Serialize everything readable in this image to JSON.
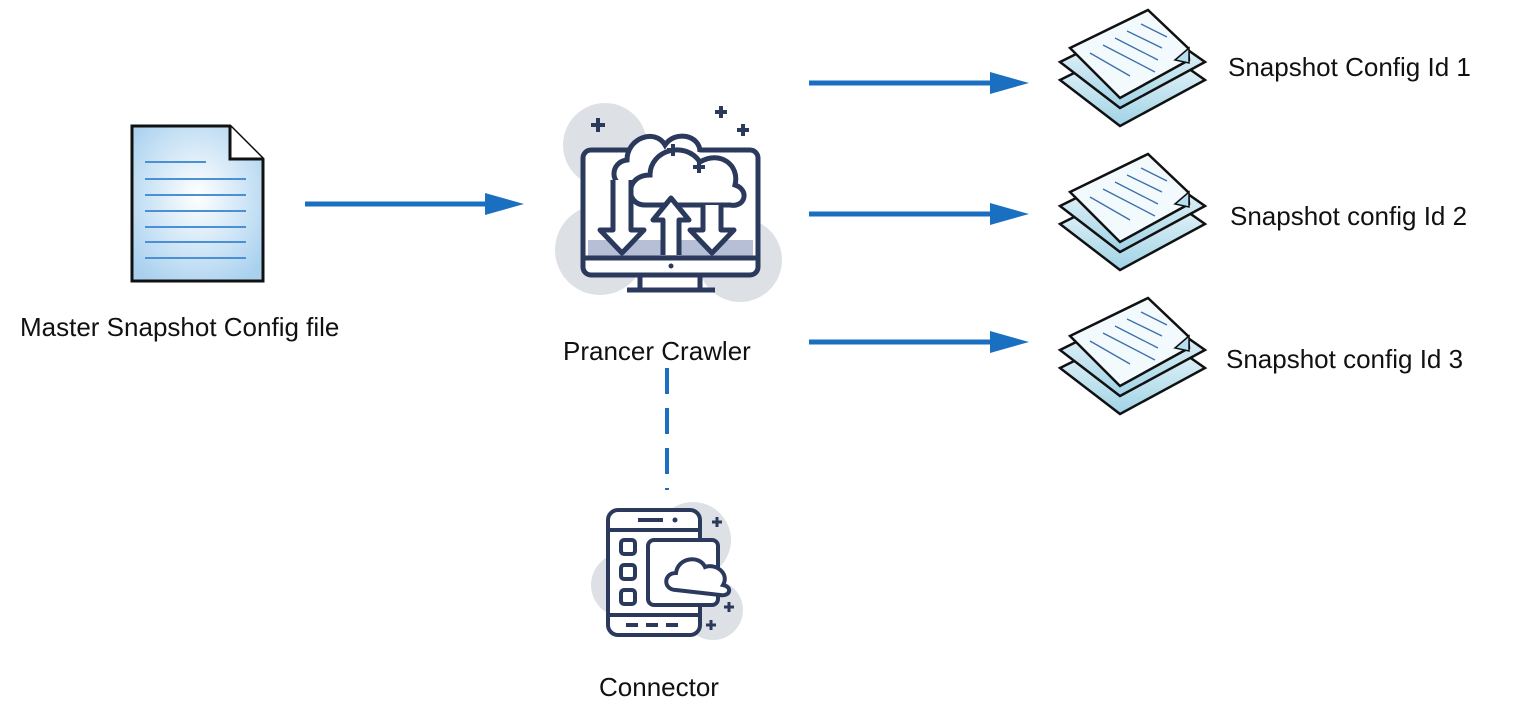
{
  "diagram": {
    "nodes": {
      "master": {
        "label": "Master Snapshot Config file",
        "icon": "document-icon"
      },
      "crawler": {
        "label": "Prancer Crawler",
        "icon": "cloud-monitor-icon"
      },
      "connector": {
        "label": "Connector",
        "icon": "mobile-cloud-icon"
      },
      "snapshots": [
        {
          "label": "Snapshot Config Id 1",
          "icon": "stacked-documents-icon"
        },
        {
          "label": "Snapshot config Id 2",
          "icon": "stacked-documents-icon"
        },
        {
          "label": "Snapshot config Id 3",
          "icon": "stacked-documents-icon"
        }
      ]
    },
    "edges": [
      {
        "from": "master",
        "to": "crawler",
        "style": "solid-arrow"
      },
      {
        "from": "crawler",
        "to": "snapshot-1",
        "style": "solid-arrow"
      },
      {
        "from": "crawler",
        "to": "snapshot-2",
        "style": "solid-arrow"
      },
      {
        "from": "crawler",
        "to": "snapshot-3",
        "style": "solid-arrow"
      },
      {
        "from": "crawler",
        "to": "connector",
        "style": "dashed-line"
      }
    ],
    "colors": {
      "arrow": "#1a6fc0",
      "icon_stroke": "#2b3a5c",
      "icon_fill": "#b7bfd6",
      "blob": "#dde1e6"
    }
  }
}
